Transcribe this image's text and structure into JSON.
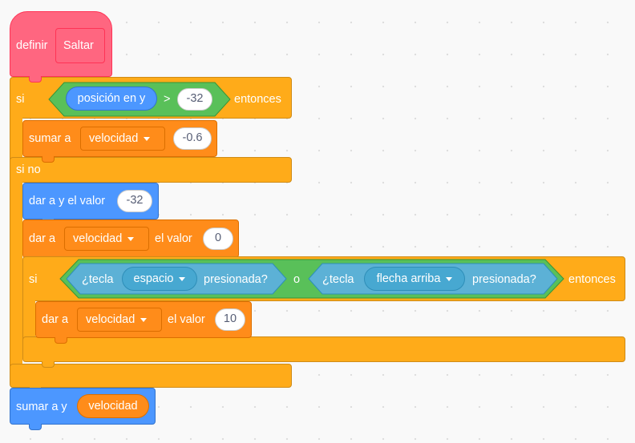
{
  "define_block": {
    "keyword": "definir",
    "name": "Saltar"
  },
  "if_block": {
    "if_keyword": "si",
    "then_keyword": "entonces",
    "else_keyword": "si no",
    "condition": {
      "reporter": "posición en y",
      "operator": ">",
      "value": "-32"
    },
    "then_branch": {
      "change_var": {
        "label": "sumar a",
        "variable": "velocidad",
        "value": "-0.6"
      }
    },
    "else_branch": {
      "set_y": {
        "label": "dar a y el valor",
        "value": "-32"
      },
      "set_var": {
        "label_a": "dar a",
        "variable": "velocidad",
        "label_b": "el valor",
        "value": "0"
      },
      "inner_if": {
        "if_keyword": "si",
        "then_keyword": "entonces",
        "or_keyword": "o",
        "key_a": {
          "prefix": "¿tecla",
          "key": "espacio",
          "suffix": "presionada?"
        },
        "key_b": {
          "prefix": "¿tecla",
          "key": "flecha arriba",
          "suffix": "presionada?"
        },
        "set_var": {
          "label_a": "dar a",
          "variable": "velocidad",
          "label_b": "el valor",
          "value": "10"
        }
      }
    }
  },
  "change_y": {
    "label": "sumar a y",
    "reporter": "velocidad"
  },
  "colors": {
    "control": "#ffab19",
    "variables": "#ff8c1a",
    "motion": "#4c97ff",
    "operators": "#59c059",
    "sensing": "#5cb1d6",
    "my_blocks": "#ff6680"
  }
}
